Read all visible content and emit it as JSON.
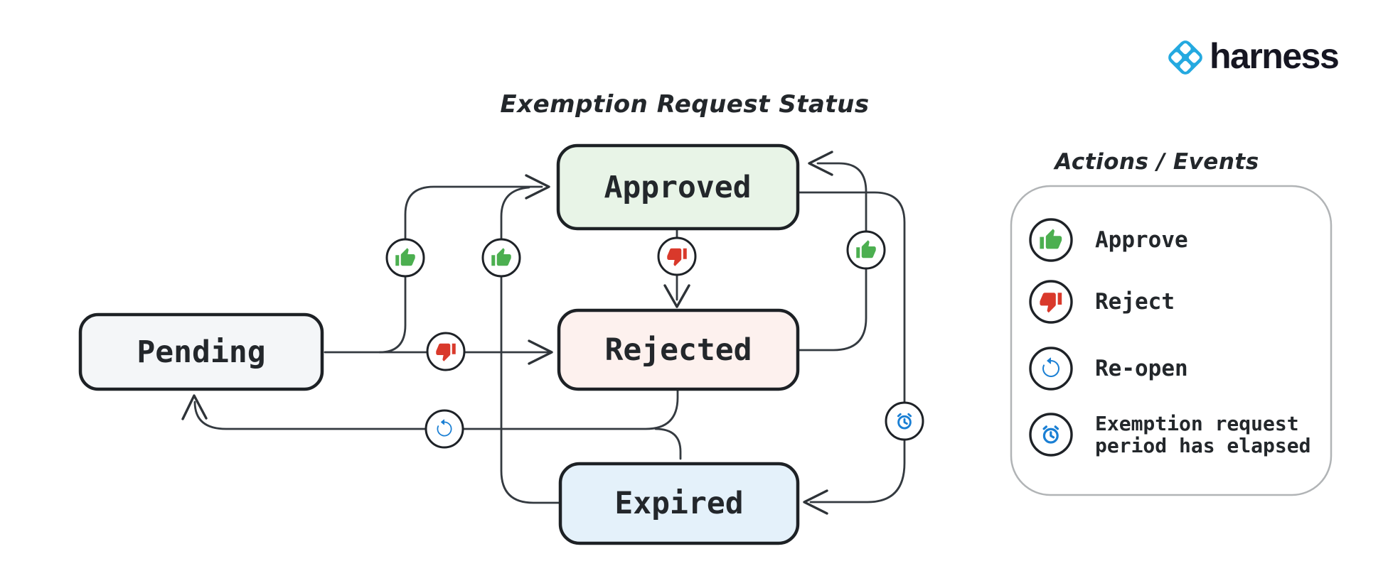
{
  "logo": {
    "brand": "harness",
    "mark_color": "#24a9e0",
    "text_color": "#161622"
  },
  "diagram": {
    "title": "Exemption Request Status",
    "states": [
      {
        "id": "pending",
        "label": "Pending",
        "fill": "#f4f6f8"
      },
      {
        "id": "approved",
        "label": "Approved",
        "fill": "#e8f4e7"
      },
      {
        "id": "rejected",
        "label": "Rejected",
        "fill": "#fdf1ee"
      },
      {
        "id": "expired",
        "label": "Expired",
        "fill": "#e4f1fa"
      }
    ],
    "transitions": [
      {
        "from": "Pending",
        "to": "Approved",
        "action": "Approve"
      },
      {
        "from": "Pending",
        "to": "Rejected",
        "action": "Reject"
      },
      {
        "from": "Approved",
        "to": "Rejected",
        "action": "Reject"
      },
      {
        "from": "Rejected",
        "to": "Approved",
        "action": "Approve"
      },
      {
        "from": "Expired",
        "to": "Approved",
        "action": "Approve"
      },
      {
        "from": "Approved",
        "to": "Expired",
        "action": "Exemption request period has elapsed"
      },
      {
        "from": "Rejected",
        "to": "Pending",
        "action": "Re-open"
      },
      {
        "from": "Expired",
        "to": "Pending",
        "action": "Re-open"
      }
    ]
  },
  "legend": {
    "title": "Actions / Events",
    "items": [
      {
        "icon": "thumb-up-icon",
        "label": "Approve",
        "color": "#4caf50"
      },
      {
        "icon": "thumb-down-icon",
        "label": "Reject",
        "color": "#d9392b"
      },
      {
        "icon": "reopen-icon",
        "label": "Re-open",
        "color": "#1a7fd4"
      },
      {
        "icon": "alarm-clock-icon",
        "label": "Exemption request period has elapsed",
        "label_line1": "Exemption request",
        "label_line2": "period has elapsed",
        "color": "#1a7fd4"
      }
    ]
  },
  "colors": {
    "approve_green": "#4caf50",
    "reject_red": "#d9392b",
    "event_blue": "#1a7fd4",
    "edge_stroke": "#343a40",
    "box_border": "#1d2125",
    "legend_border": "#b1b4b6"
  }
}
